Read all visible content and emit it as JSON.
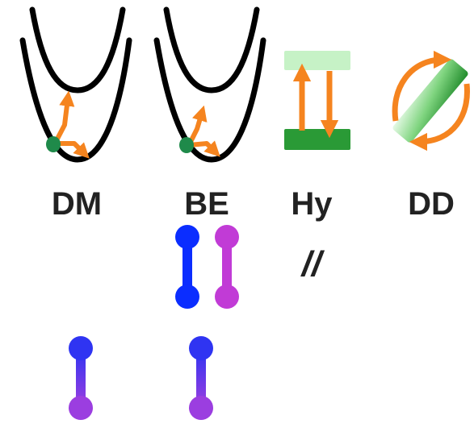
{
  "panels": [
    {
      "id": "dm",
      "label": "DM",
      "icon": "double-parabola-icon"
    },
    {
      "id": "be",
      "label": "BE",
      "icon": "double-parabola-icon"
    },
    {
      "id": "hy",
      "label": "Hy",
      "icon": "two-level-transition-icon"
    },
    {
      "id": "dd",
      "label": "DD",
      "icon": "rotating-bar-icon"
    }
  ],
  "parallel_symbol": "//",
  "colors": {
    "curve": "#000000",
    "arrow": "#f5841f",
    "dot": "#1f8a4a",
    "level_light": "#c6f2c6",
    "level_dark": "#2a9a36",
    "dumbbell_blue": "#0b2dff",
    "dumbbell_magenta": "#c13bd6",
    "dumbbell_indigo": "#3b3af0",
    "dumbbell_violet": "#8c3be0"
  }
}
